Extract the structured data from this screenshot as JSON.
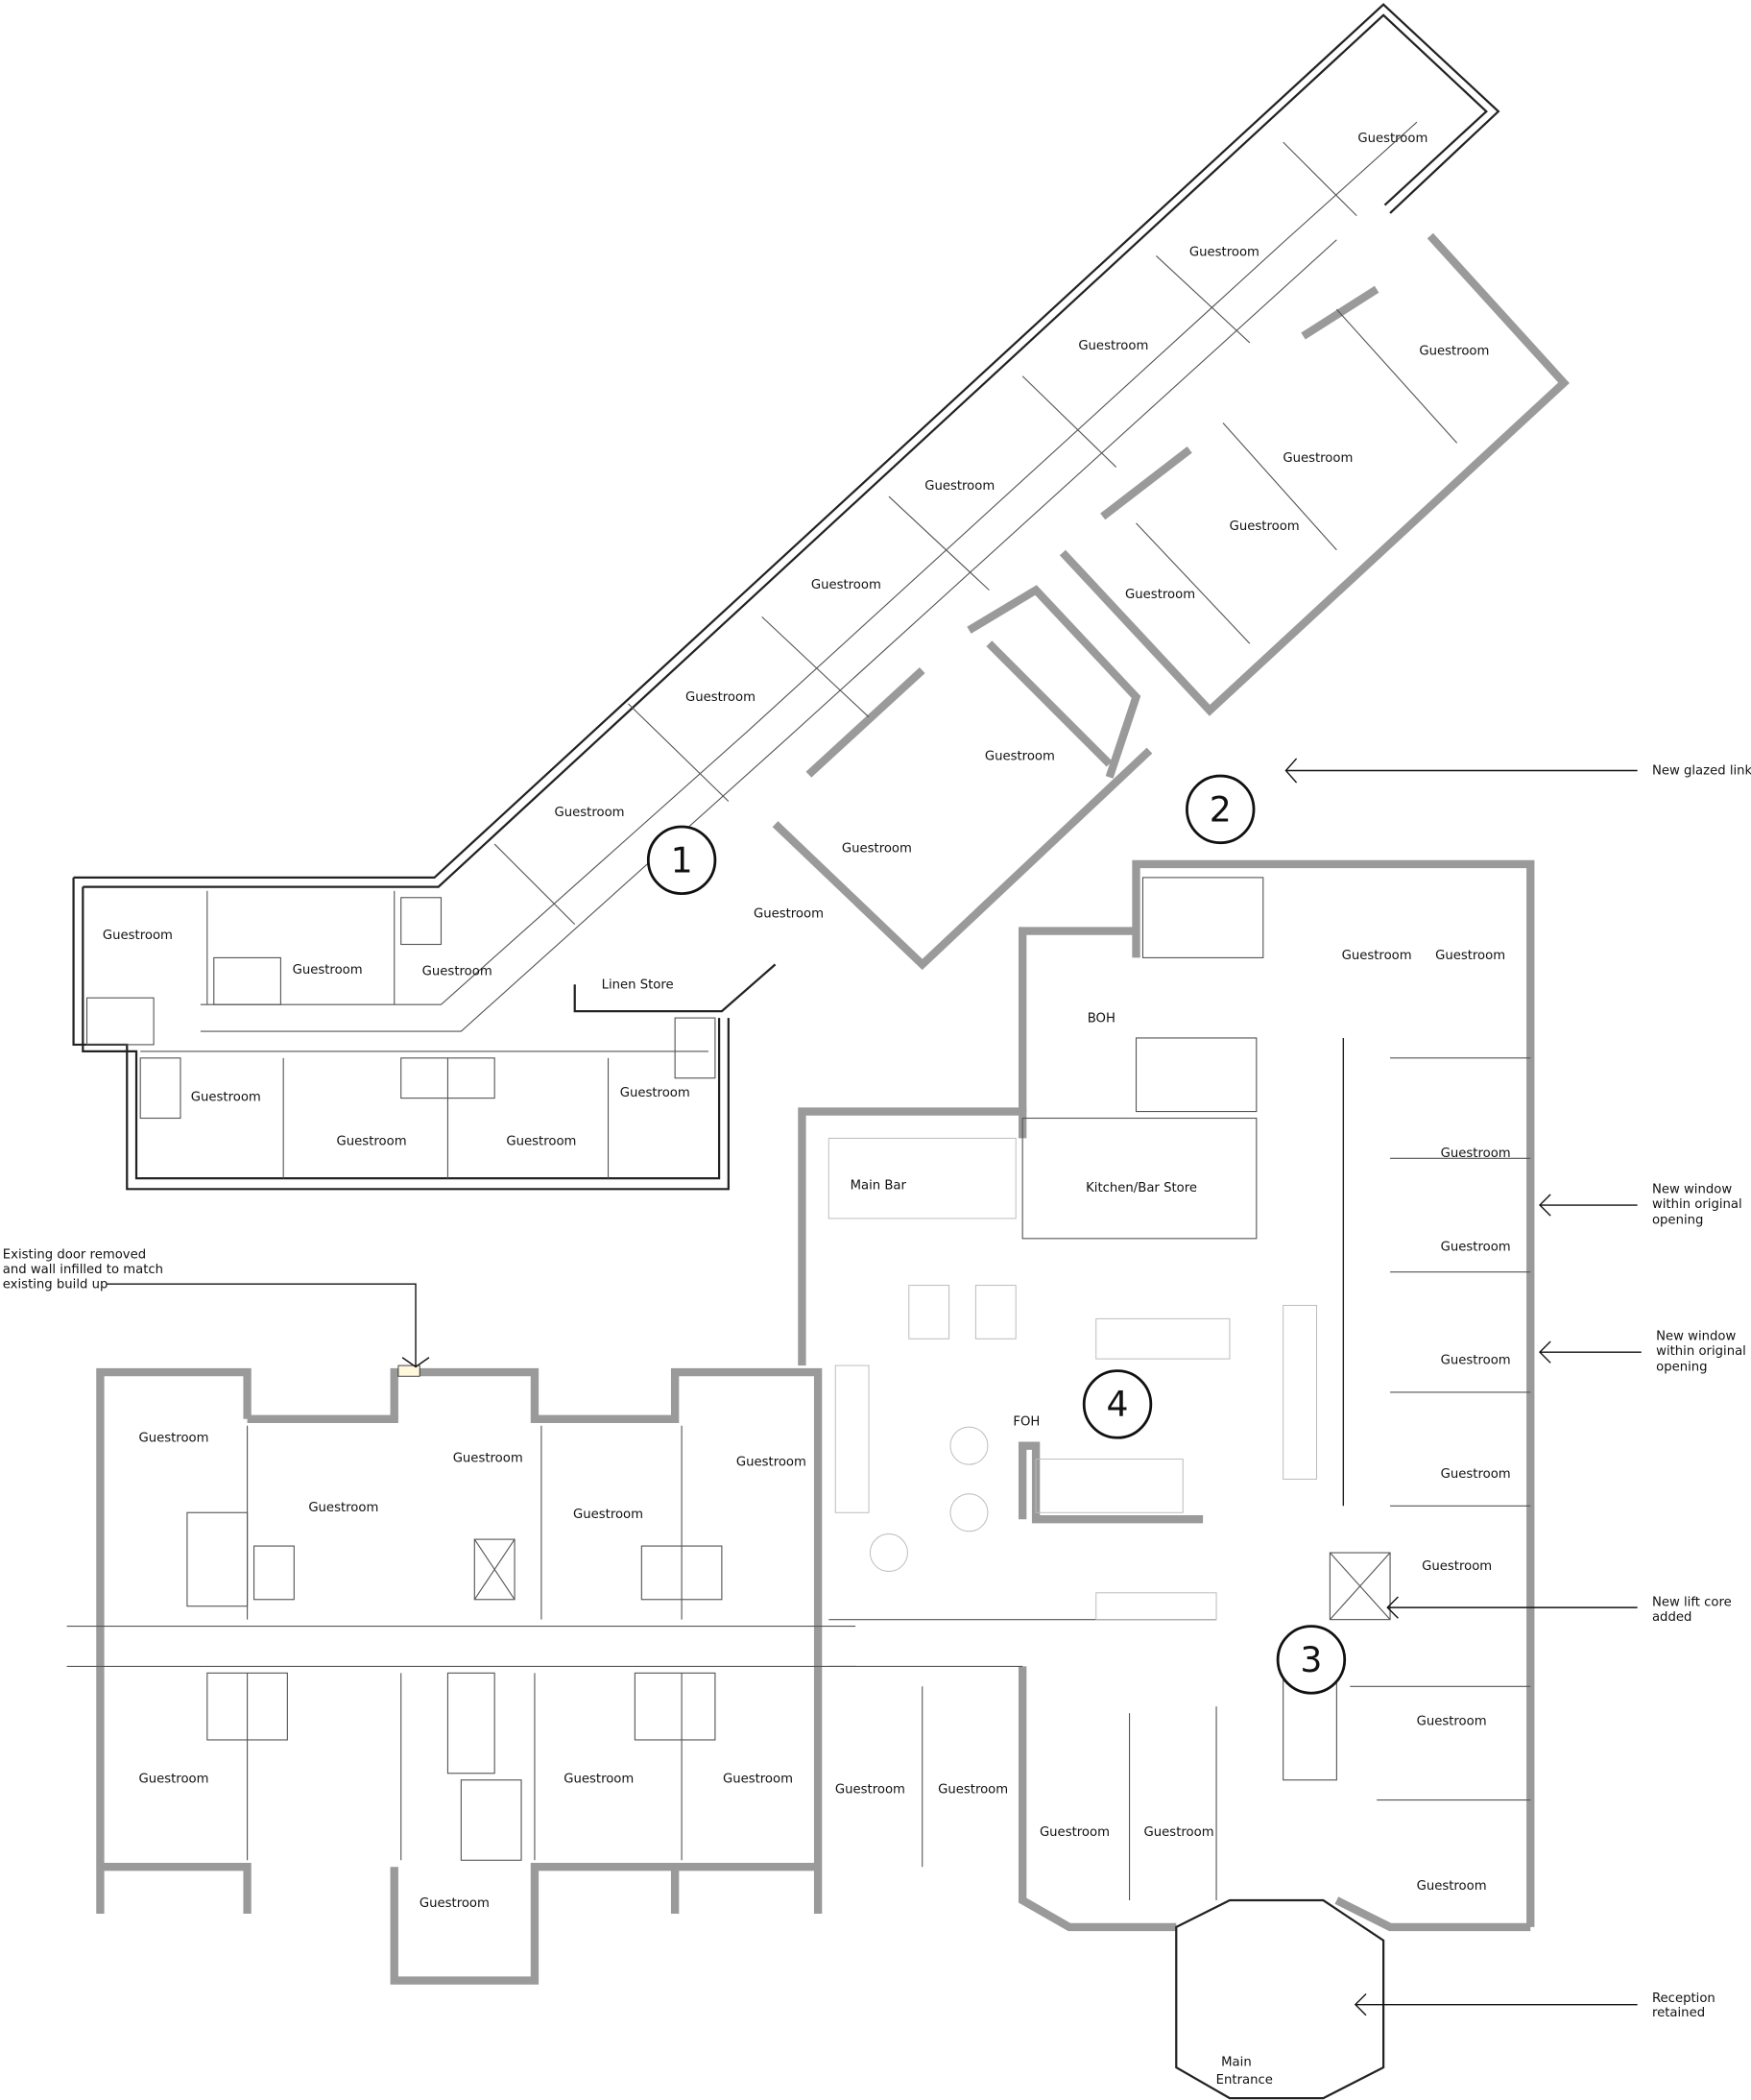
{
  "rooms": {
    "guestroom": "Guestroom",
    "linen_store": "Linen Store",
    "boh": "BOH",
    "main_bar": "Main Bar",
    "kitchen_bar_store": "Kitchen/Bar Store",
    "foh": "FOH",
    "main_entrance_1": "Main",
    "main_entrance_2": "Entrance"
  },
  "markers": [
    "1",
    "2",
    "3",
    "4"
  ],
  "annotations": {
    "glazed_link": "New glazed link",
    "new_window_a": [
      "New window",
      "within original",
      "opening"
    ],
    "new_window_b": [
      "New window",
      "within original",
      "opening"
    ],
    "lift_core": [
      "New lift core",
      "added"
    ],
    "reception": [
      "Reception",
      "retained"
    ],
    "door_removed": [
      "Existing door removed",
      "and wall infilled to match",
      "existing build up"
    ]
  },
  "colors": {
    "wall_fill": "#9a9a9a",
    "line": "#222222",
    "infill": "#fff8dc"
  }
}
